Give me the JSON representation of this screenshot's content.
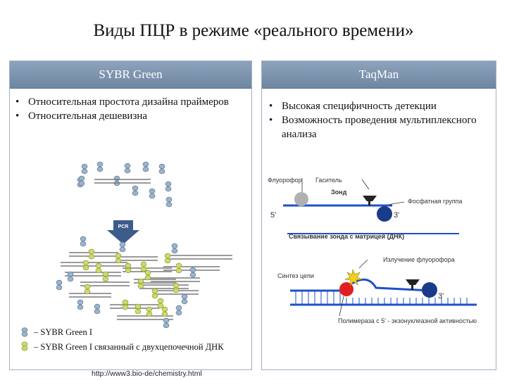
{
  "title": "Виды ПЦР в режиме «реального времени»",
  "left": {
    "header": "SYBR Green",
    "bullets": [
      "Относительная простота дизайна праймеров",
      "Относительная дешевизна"
    ],
    "pcr_label": "PCR",
    "legend": [
      {
        "text": "– SYBR Green I"
      },
      {
        "text": "– SYBR Green I связанный с двухцепочечной ДНК"
      }
    ],
    "colors": {
      "dye_free": "#9bb4cc",
      "dye_bound": "#cfd96a",
      "dna_strand": "#7a7a7a",
      "arrow": "#3c5c8c"
    }
  },
  "right": {
    "header": "TaqMan",
    "bullets": [
      "Высокая специфичность детекции",
      "Возможность проведения мультиплексного анализа"
    ],
    "diagram": {
      "fluorophore": "Флуорофор",
      "quencher": "Гаситель",
      "probe": "Зонд",
      "phosphate": "Фосфатная группа",
      "five_prime": "5'",
      "three_prime": "3'",
      "binding": "Связывание зонда с матрицей (ДНК)",
      "emission": "Излучение флуорофора",
      "synthesis": "Синтез цепи",
      "polymerase": "Полимераза с 5' - экзонуклеазной активностью"
    },
    "colors": {
      "strand": "#1e50c8",
      "fluor_off": "#b0b0b0",
      "fluor_on": "#e02020",
      "quencher_ball": "#1a3a8a",
      "star": "#f0d020"
    }
  },
  "source": "http://www3.bio-de/chemistry.html"
}
